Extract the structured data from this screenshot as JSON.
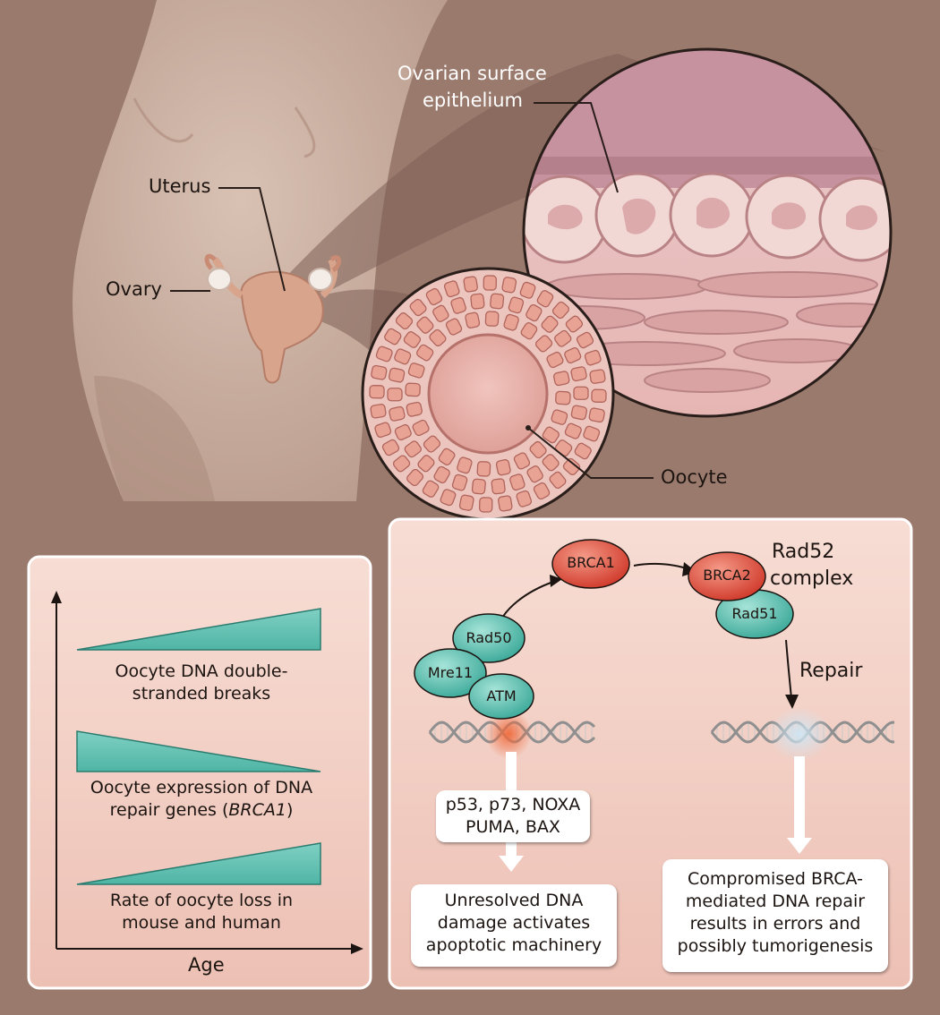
{
  "anatomy": {
    "uterus": "Uterus",
    "ovary": "Ovary",
    "ose_line1": "Ovarian surface",
    "ose_line2": "epithelium",
    "oocyte": "Oocyte"
  },
  "left_panel": {
    "trend1": [
      "Oocyte DNA double-",
      "stranded breaks"
    ],
    "trend2_line1": "Oocyte expression of DNA",
    "trend2_line2_pre": "repair genes (",
    "trend2_line2_italic": "BRCA1",
    "trend2_line2_post": ")",
    "trend3": [
      "Rate of oocyte loss in",
      "mouse and human"
    ],
    "x_axis": "Age"
  },
  "right_panel": {
    "proteins": {
      "brca1": "BRCA1",
      "brca2": "BRCA2",
      "rad51": "Rad51",
      "rad50": "Rad50",
      "mre11": "Mre11",
      "atm": "ATM"
    },
    "rad52_line1": "Rad52",
    "rad52_line2": "complex",
    "repair": "Repair",
    "p53_box": [
      "p53, p73, NOXA",
      "PUMA, BAX"
    ],
    "apoptosis_box": [
      "Unresolved DNA",
      "damage activates",
      "apoptotic machinery"
    ],
    "brca_box": [
      "Compromised BRCA-",
      "mediated DNA repair",
      "results in errors and",
      "possibly tumorigenesis"
    ]
  },
  "colors": {
    "background": "#9b7a6e",
    "skin": "#cfb5a6",
    "panel": "#f4d2c8",
    "teal": "#5fc3b3",
    "red": "#e2503f",
    "tissue": "#e3b5b6"
  }
}
